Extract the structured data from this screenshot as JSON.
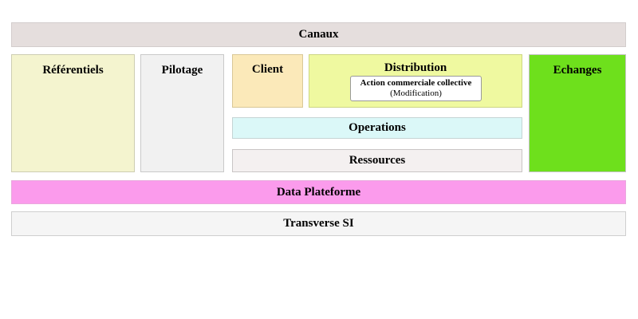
{
  "diagram": {
    "title": "Canaux",
    "layers": {
      "canaux": {
        "label": "Canaux"
      },
      "data_plateforme": {
        "label": "Data Plateforme"
      },
      "transverse_si": {
        "label": "Transverse SI"
      }
    },
    "columns": [
      {
        "key": "referentiels",
        "label": "Référentiels",
        "color": "#f4f4cf"
      },
      {
        "key": "pilotage",
        "label": "Pilotage",
        "color": "#f1f1f1"
      },
      {
        "key": "client",
        "label": "Client",
        "color": "#fbe9b9"
      },
      {
        "key": "distribution",
        "label": "Distribution",
        "color": "#eff9a0"
      },
      {
        "key": "echanges",
        "label": "Echanges",
        "color": "#6ee01c"
      }
    ],
    "stacked_bands": [
      {
        "key": "operations",
        "label": "Operations",
        "color": "#dbf8f8"
      },
      {
        "key": "ressources",
        "label": "Ressources",
        "color": "#f4f0f0"
      }
    ],
    "callout": {
      "main": "Action commerciale collective",
      "sub": "(Modification)"
    }
  }
}
